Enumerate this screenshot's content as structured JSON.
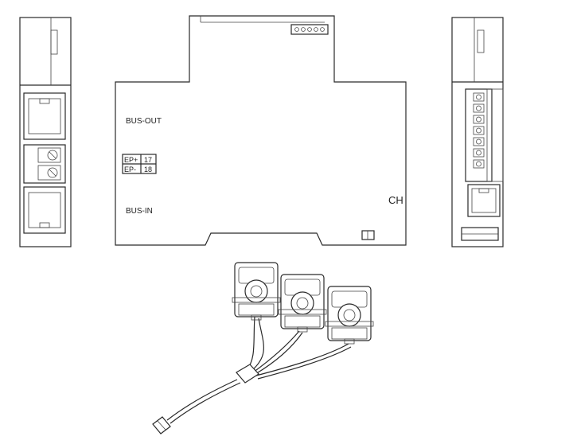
{
  "labels": {
    "bus_out": "BUS-OUT",
    "bus_in": "BUS-IN",
    "ep_plus": "EP+",
    "ep_minus": "EP-",
    "pin_17": "17",
    "pin_18": "18",
    "ch": "CH"
  },
  "components": {
    "left_view": "side-view-left",
    "front_view": "front-view-enclosure",
    "right_view": "side-view-right",
    "sensor_count": 3
  }
}
